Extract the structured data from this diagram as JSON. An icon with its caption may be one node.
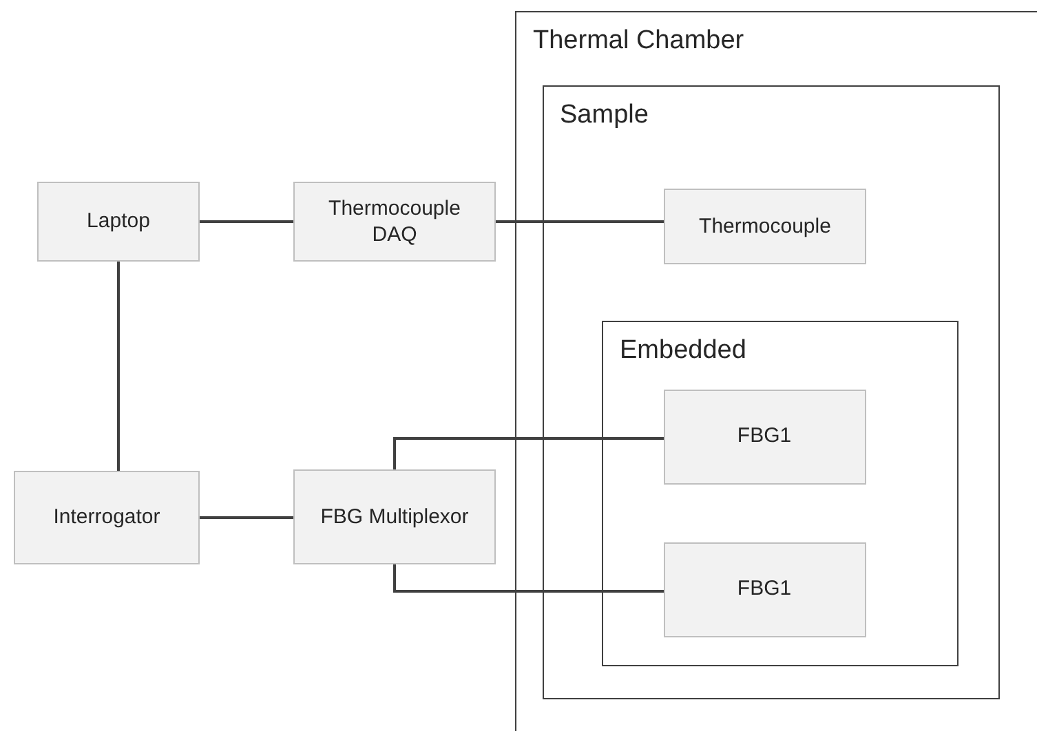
{
  "diagram": {
    "nodes": [
      {
        "text": [
          "Thermal Chamber"
        ]
      },
      {
        "text": [
          "Sample"
        ],
        "in": 0
      },
      {
        "text": [
          "Laptop"
        ]
      },
      {
        "text": [
          "Thermocouple DAQ"
        ]
      },
      {
        "text": [
          "Thermocouple"
        ],
        "in": 1
      },
      {
        "text": [
          "Embedded"
        ],
        "in": 1
      },
      {
        "text": [
          "FBG1"
        ],
        "in": 5
      },
      {
        "text": [
          "Interrogator"
        ]
      },
      {
        "text": [
          "FBG Multiplexor"
        ]
      },
      {
        "text": [
          "FBG1"
        ],
        "in": 5
      }
    ],
    "edges": [
      {
        "from": 2,
        "to": 3,
        "arrow": "none"
      },
      {
        "from": 3,
        "to": 4,
        "arrow": "none"
      },
      {
        "from": 2,
        "to": 7,
        "arrow": "none"
      },
      {
        "from": 7,
        "to": 8,
        "arrow": "none"
      },
      {
        "from": 8,
        "to": 6,
        "arrow": "none"
      },
      {
        "from": 8,
        "to": 9,
        "arrow": "none"
      }
    ]
  }
}
